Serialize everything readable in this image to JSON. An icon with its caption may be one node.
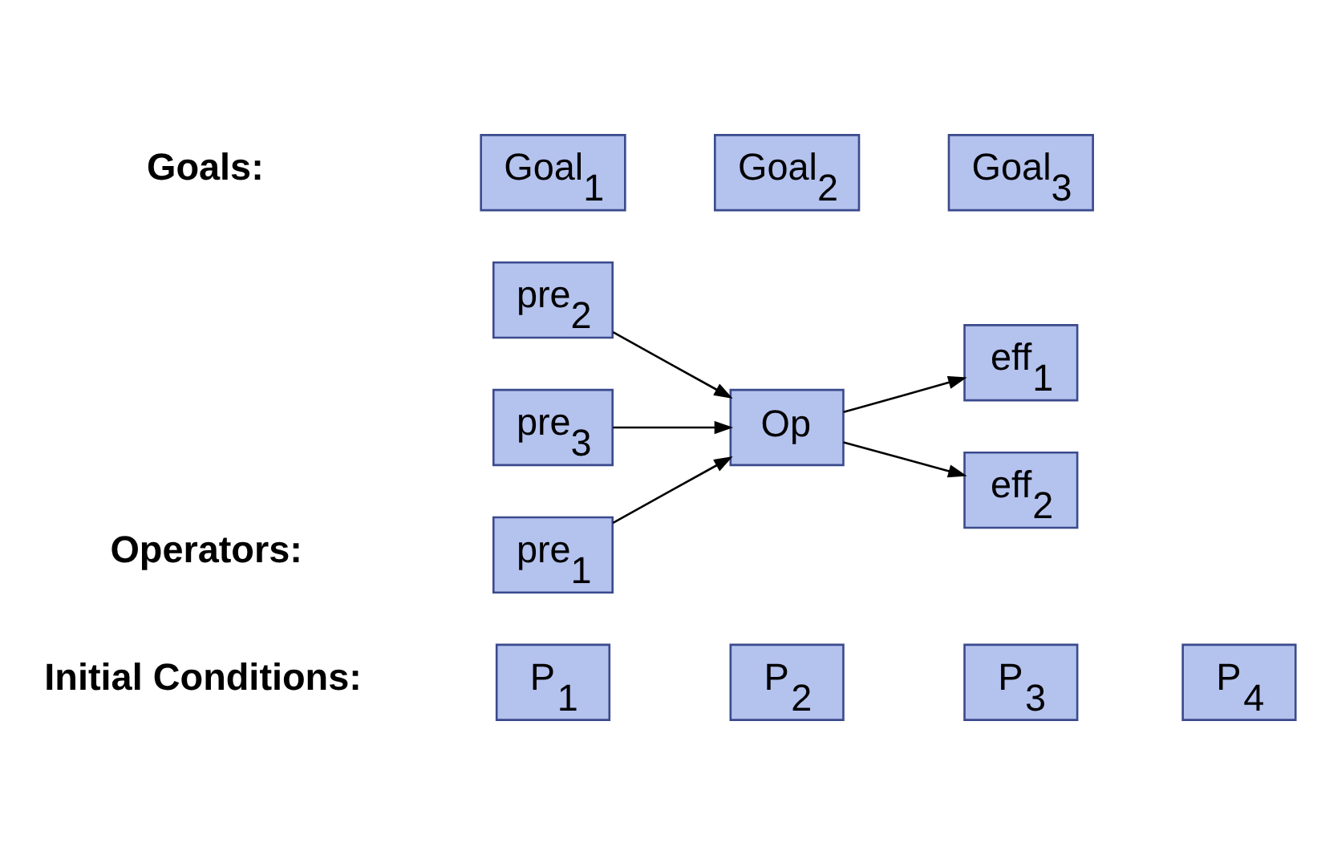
{
  "diagram": {
    "nodes": [
      {
        "text": [
          "P$_{1}$"
        ]
      },
      {
        "text": [
          "P$_{2}$"
        ]
      },
      {
        "text": [
          "P$_{3}$"
        ]
      },
      {
        "text": [
          "P$_{4}$"
        ]
      },
      {
        "text": [
          "pre$_{1}$"
        ]
      },
      {
        "text": [
          "pre$_{2}$"
        ]
      },
      {
        "text": [
          "pre$_{3}$"
        ]
      },
      {
        "text": [
          "Op"
        ]
      },
      {
        "text": [
          "eff$_{1}$"
        ]
      },
      {
        "text": [
          "eff$_{2}$"
        ]
      },
      {
        "text": [
          "Goal$_{1}$"
        ]
      },
      {
        "text": [
          "Goal$_{2}$"
        ]
      },
      {
        "text": [
          "Goal$_{3}$"
        ]
      }
    ],
    "edges": [
      {
        "from": 4,
        "to": 7,
        "arrow": "to"
      },
      {
        "from": 5,
        "to": 7,
        "arrow": "to"
      },
      {
        "from": 6,
        "to": 7,
        "arrow": "to"
      },
      {
        "from": 7,
        "to": 8,
        "arrow": "to"
      },
      {
        "from": 7,
        "to": 9,
        "arrow": "to"
      }
    ],
    "labels": [
      "Initial Conditions:",
      "Operators:",
      "Goals:"
    ]
  }
}
